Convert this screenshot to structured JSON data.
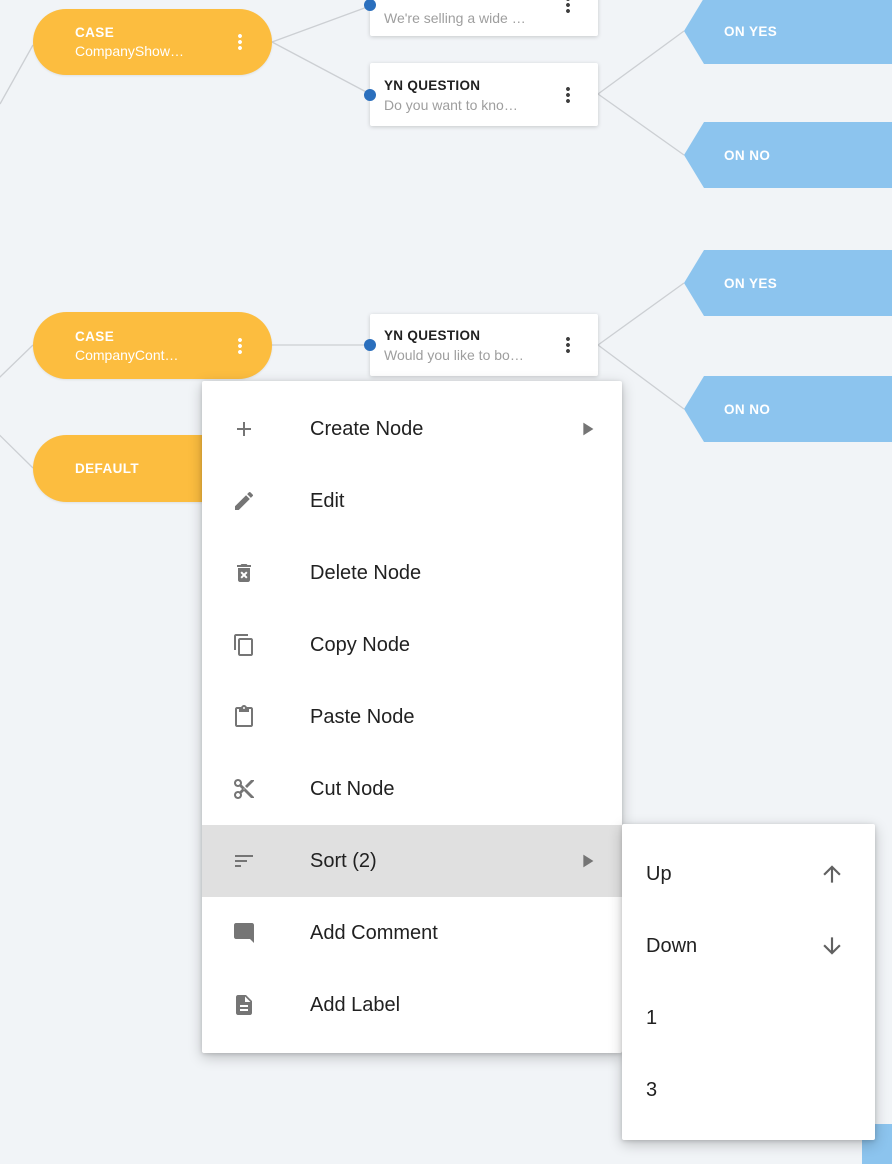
{
  "canvas": {
    "case_node_1": {
      "type_label": "CASE",
      "name": "CompanyShow…"
    },
    "case_node_2": {
      "type_label": "CASE",
      "name": "CompanyCont…"
    },
    "default_node": {
      "type_label": "DEFAULT"
    },
    "message_card_1": {
      "text": "We're selling a wide …"
    },
    "question_card_1": {
      "type_label": "YN QUESTION",
      "text": "Do you want to kno…"
    },
    "question_card_2": {
      "type_label": "YN QUESTION",
      "text": "Would you like to bo…"
    },
    "ports": {
      "on_yes_label": "ON YES",
      "on_no_label": "ON NO"
    }
  },
  "context_menu": {
    "items": [
      {
        "label": "Create Node",
        "icon": "plus-icon",
        "has_submenu": true
      },
      {
        "label": "Edit",
        "icon": "pencil-icon"
      },
      {
        "label": "Delete Node",
        "icon": "trash-x-icon"
      },
      {
        "label": "Copy Node",
        "icon": "copy-icon"
      },
      {
        "label": "Paste Node",
        "icon": "clipboard-icon"
      },
      {
        "label": "Cut Node",
        "icon": "scissors-icon"
      },
      {
        "label": "Sort (2)",
        "icon": "sort-lines-icon",
        "has_submenu": true,
        "highlighted": true
      },
      {
        "label": "Add Comment",
        "icon": "comment-icon"
      },
      {
        "label": "Add Label",
        "icon": "document-icon"
      }
    ]
  },
  "sort_submenu": {
    "items": [
      {
        "label": "Up",
        "icon": "arrow-up-icon"
      },
      {
        "label": "Down",
        "icon": "arrow-down-icon"
      },
      {
        "label": "1"
      },
      {
        "label": "3"
      }
    ]
  },
  "colors": {
    "node_yellow": "#fcbd3f",
    "port_blue": "#8cc4ee",
    "input_dot_blue": "#2b6fbd",
    "menu_highlight": "#e0e0e0",
    "canvas_background": "#f1f4f7"
  }
}
